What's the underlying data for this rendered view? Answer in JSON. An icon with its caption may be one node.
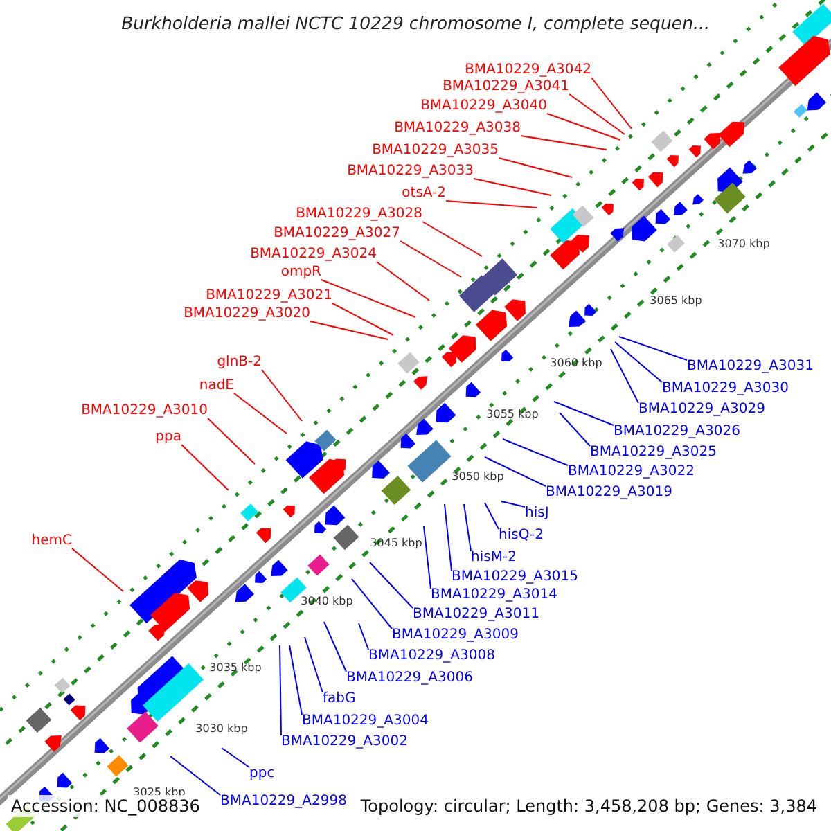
{
  "diagram": {
    "title": "Burkholderia mallei NCTC 10229 chromosome I, complete sequen...",
    "nodes": [
      {
        "text": [
          "BMA10229_A3042"
        ]
      },
      {
        "text": [
          "BMA10229_A3041"
        ]
      },
      {
        "text": [
          "BMA10229_A3040"
        ]
      },
      {
        "text": [
          "BMA10229_A3038"
        ]
      },
      {
        "text": [
          "BMA10229_A3035"
        ]
      },
      {
        "text": [
          "BMA10229_A3033"
        ]
      },
      {
        "text": [
          "otsA-2"
        ]
      },
      {
        "text": [
          "BMA10229_A3028"
        ]
      },
      {
        "text": [
          "BMA10229_A3027"
        ]
      },
      {
        "text": [
          "BMA10229_A3024"
        ]
      },
      {
        "text": [
          "ompR"
        ]
      },
      {
        "text": [
          "BMA10229_A3021"
        ]
      },
      {
        "text": [
          "BMA10229_A3020"
        ]
      },
      {
        "text": [
          "glnB-2"
        ]
      },
      {
        "text": [
          "nadE"
        ]
      },
      {
        "text": [
          "BMA10229_A3010"
        ]
      },
      {
        "text": [
          "ppa"
        ]
      },
      {
        "text": [
          "hemC"
        ]
      },
      {
        "text": [
          "BMA10229_A3031"
        ]
      },
      {
        "text": [
          "BMA10229_A3030"
        ]
      },
      {
        "text": [
          "BMA10229_A3029"
        ]
      },
      {
        "text": [
          "BMA10229_A3026"
        ]
      },
      {
        "text": [
          "BMA10229_A3025"
        ]
      },
      {
        "text": [
          "BMA10229_A3022"
        ]
      },
      {
        "text": [
          "BMA10229_A3019"
        ]
      },
      {
        "text": [
          "hisJ"
        ]
      },
      {
        "text": [
          "hisQ-2"
        ]
      },
      {
        "text": [
          "hisM-2"
        ]
      },
      {
        "text": [
          "BMA10229_A3015"
        ]
      },
      {
        "text": [
          "BMA10229_A3014"
        ]
      },
      {
        "text": [
          "BMA10229_A3011"
        ]
      },
      {
        "text": [
          "BMA10229_A3009"
        ]
      },
      {
        "text": [
          "BMA10229_A3008"
        ]
      },
      {
        "text": [
          "BMA10229_A3006"
        ]
      },
      {
        "text": [
          "fabG"
        ]
      },
      {
        "text": [
          "BMA10229_A3004"
        ]
      },
      {
        "text": [
          "BMA10229_A3002"
        ]
      },
      {
        "text": [
          "ppc"
        ]
      },
      {
        "text": [
          "BMA10229_A2998"
        ]
      }
    ],
    "edges": [
      {
        "from": 0,
        "to": null,
        "arrow": "none",
        "color": "#ff0000"
      },
      {
        "from": 1,
        "to": null,
        "arrow": "none",
        "color": "#ff0000"
      },
      {
        "from": 2,
        "to": null,
        "arrow": "none",
        "color": "#ff0000"
      },
      {
        "from": 3,
        "to": null,
        "arrow": "none",
        "color": "#ff0000"
      },
      {
        "from": 4,
        "to": null,
        "arrow": "none",
        "color": "#ff0000"
      },
      {
        "from": 5,
        "to": null,
        "arrow": "none",
        "color": "#ff0000"
      },
      {
        "from": 6,
        "to": null,
        "arrow": "none",
        "color": "#ff0000"
      },
      {
        "from": 7,
        "to": null,
        "arrow": "none",
        "color": "#ff0000"
      },
      {
        "from": 8,
        "to": null,
        "arrow": "none",
        "color": "#ff0000"
      },
      {
        "from": 9,
        "to": null,
        "arrow": "none",
        "color": "#ff0000"
      },
      {
        "from": 10,
        "to": null,
        "arrow": "none",
        "color": "#ff0000"
      },
      {
        "from": 11,
        "to": null,
        "arrow": "none",
        "color": "#ff0000"
      },
      {
        "from": 12,
        "to": null,
        "arrow": "none",
        "color": "#ff0000"
      },
      {
        "from": 13,
        "to": null,
        "arrow": "none",
        "color": "#ff0000"
      },
      {
        "from": 14,
        "to": null,
        "arrow": "none",
        "color": "#ff0000"
      },
      {
        "from": 15,
        "to": null,
        "arrow": "none",
        "color": "#ff0000"
      },
      {
        "from": 16,
        "to": null,
        "arrow": "none",
        "color": "#ff0000"
      },
      {
        "from": 17,
        "to": null,
        "arrow": "none",
        "color": "#ff0000"
      },
      {
        "from": 18,
        "to": null,
        "arrow": "none"
      },
      {
        "from": 19,
        "to": null,
        "arrow": "none"
      },
      {
        "from": 20,
        "to": null,
        "arrow": "none"
      },
      {
        "from": 21,
        "to": null,
        "arrow": "none"
      },
      {
        "from": 22,
        "to": null,
        "arrow": "none"
      },
      {
        "from": 23,
        "to": null,
        "arrow": "none"
      },
      {
        "from": 24,
        "to": null,
        "arrow": "none"
      },
      {
        "from": 25,
        "to": null,
        "arrow": "none"
      },
      {
        "from": 26,
        "to": null,
        "arrow": "none"
      },
      {
        "from": 27,
        "to": null,
        "arrow": "none"
      },
      {
        "from": 28,
        "to": null,
        "arrow": "none"
      },
      {
        "from": 29,
        "to": null,
        "arrow": "none"
      },
      {
        "from": 30,
        "to": null,
        "arrow": "none"
      },
      {
        "from": 31,
        "to": null,
        "arrow": "none"
      },
      {
        "from": 32,
        "to": null,
        "arrow": "none"
      },
      {
        "from": 33,
        "to": null,
        "arrow": "none"
      },
      {
        "from": 34,
        "to": null,
        "arrow": "none"
      },
      {
        "from": 35,
        "to": null,
        "arrow": "none"
      },
      {
        "from": 36,
        "to": null,
        "arrow": "none"
      },
      {
        "from": 37,
        "to": null,
        "arrow": "none"
      },
      {
        "from": 38,
        "to": null,
        "arrow": "none"
      }
    ],
    "labels": [
      "3070 kbp",
      "3065 kbp",
      "3060 kbp",
      "3055 kbp",
      "3050 kbp",
      "3045 kbp",
      "3040 kbp",
      "3035 kbp",
      "3030 kbp",
      "3025 kbp",
      "Accession: NC_008836",
      "Topology: circular; Length: 3,458,208 bp; Genes: 3,384"
    ]
  }
}
